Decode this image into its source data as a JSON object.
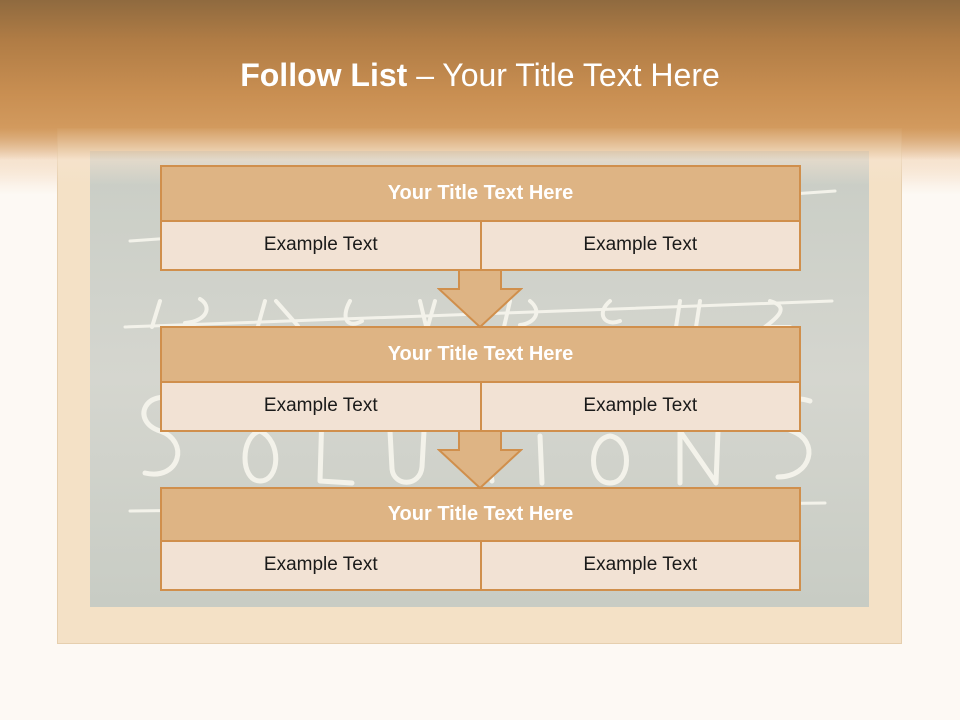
{
  "slide": {
    "title_bold": "Follow List",
    "title_rest": " – Your Title Text Here"
  },
  "blocks": [
    {
      "title": "Your Title Text Here",
      "left": "Example Text",
      "right": "Example Text"
    },
    {
      "title": "Your Title Text Here",
      "left": "Example Text",
      "right": "Example Text"
    },
    {
      "title": "Your Title Text Here",
      "left": "Example Text",
      "right": "Example Text"
    }
  ],
  "colors": {
    "header_brown": "#c98f52",
    "block_title_fill": "#deb484",
    "block_cell_fill": "#f2e2d4",
    "block_border": "#d08f4c",
    "frame": "#f4e1c6"
  }
}
